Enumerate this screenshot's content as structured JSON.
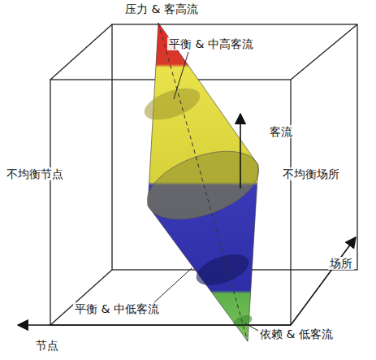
{
  "diagram": {
    "labels": [
      "压力 & 客高流",
      "平衡 & 中高客流",
      "客流",
      "不均衡节点",
      "不均衡场所",
      "场所",
      "平衡 & 中低客流",
      "节点",
      "依赖 & 低客流"
    ]
  }
}
